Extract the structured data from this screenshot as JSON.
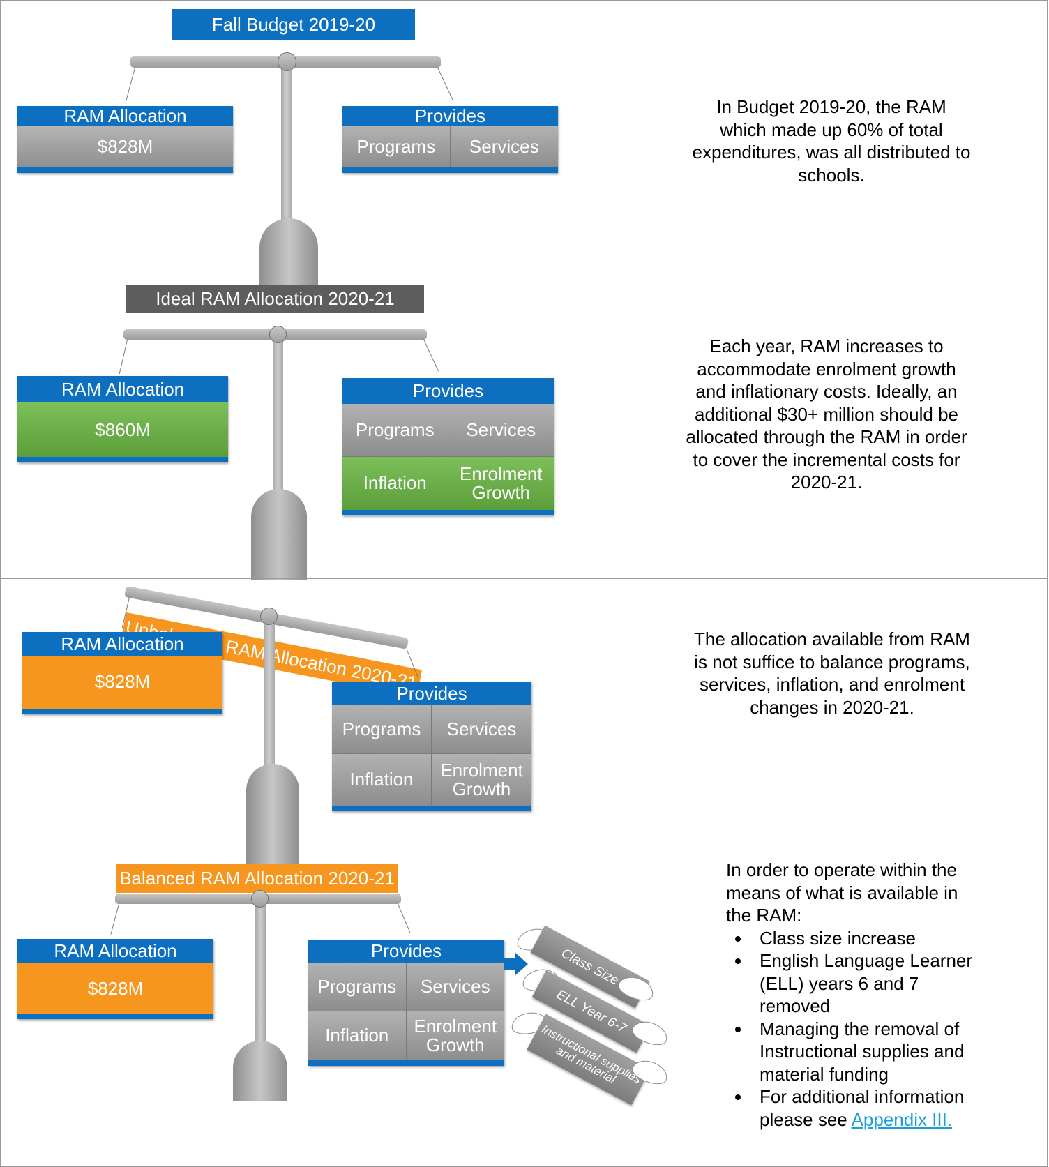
{
  "panel1": {
    "title": "Fall Budget 2019-20",
    "left_head": "RAM Allocation",
    "left_value": "$828M",
    "right_head": "Provides",
    "cells": [
      "Programs",
      "Services"
    ],
    "description": "In Budget 2019-20, the RAM which made up 60% of total expenditures, was all distributed to schools."
  },
  "panel2": {
    "title": "Ideal RAM Allocation 2020-21",
    "left_head": "RAM Allocation",
    "left_value": "$860M",
    "right_head": "Provides",
    "cells": [
      "Programs",
      "Services",
      "Inflation",
      "Enrolment Growth"
    ],
    "description": "Each year, RAM increases to accommodate enrolment growth and inflationary costs. Ideally, an additional $30+ million should be allocated through the RAM in order to cover the incremental costs for 2020-21."
  },
  "panel3": {
    "title": "Unbalanced RAM Allocation 2020-21",
    "left_head": "RAM Allocation",
    "left_value": "$828M",
    "right_head": "Provides",
    "cells": [
      "Programs",
      "Services",
      "Inflation",
      "Enrolment Growth"
    ],
    "description": "The allocation available from RAM is not suffice to balance programs, services, inflation, and enrolment changes in 2020-21."
  },
  "panel4": {
    "title": "Balanced RAM Allocation 2020-21",
    "left_head": "RAM Allocation",
    "left_value": "$828M",
    "right_head": "Provides",
    "cells": [
      "Programs",
      "Services",
      "Inflation",
      "Enrolment Growth"
    ],
    "tags": [
      "Class Size",
      "ELL Year 6-7",
      "Instructional supplies and material"
    ],
    "intro": "In order to operate within the means of what is available in the RAM:",
    "bullets": [
      "Class size increase",
      "English Language Learner (ELL) years 6 and 7 removed",
      "Managing the removal of Instructional supplies and material funding",
      "For additional information please see"
    ],
    "link_text": "Appendix III."
  },
  "colors": {
    "blue": "#0c6fc0",
    "dark_grey": "#5d5d5d",
    "orange": "#f7961e",
    "green": "#6aaf47",
    "grey": "#9f9f9f",
    "link": "#1a9fd9"
  }
}
